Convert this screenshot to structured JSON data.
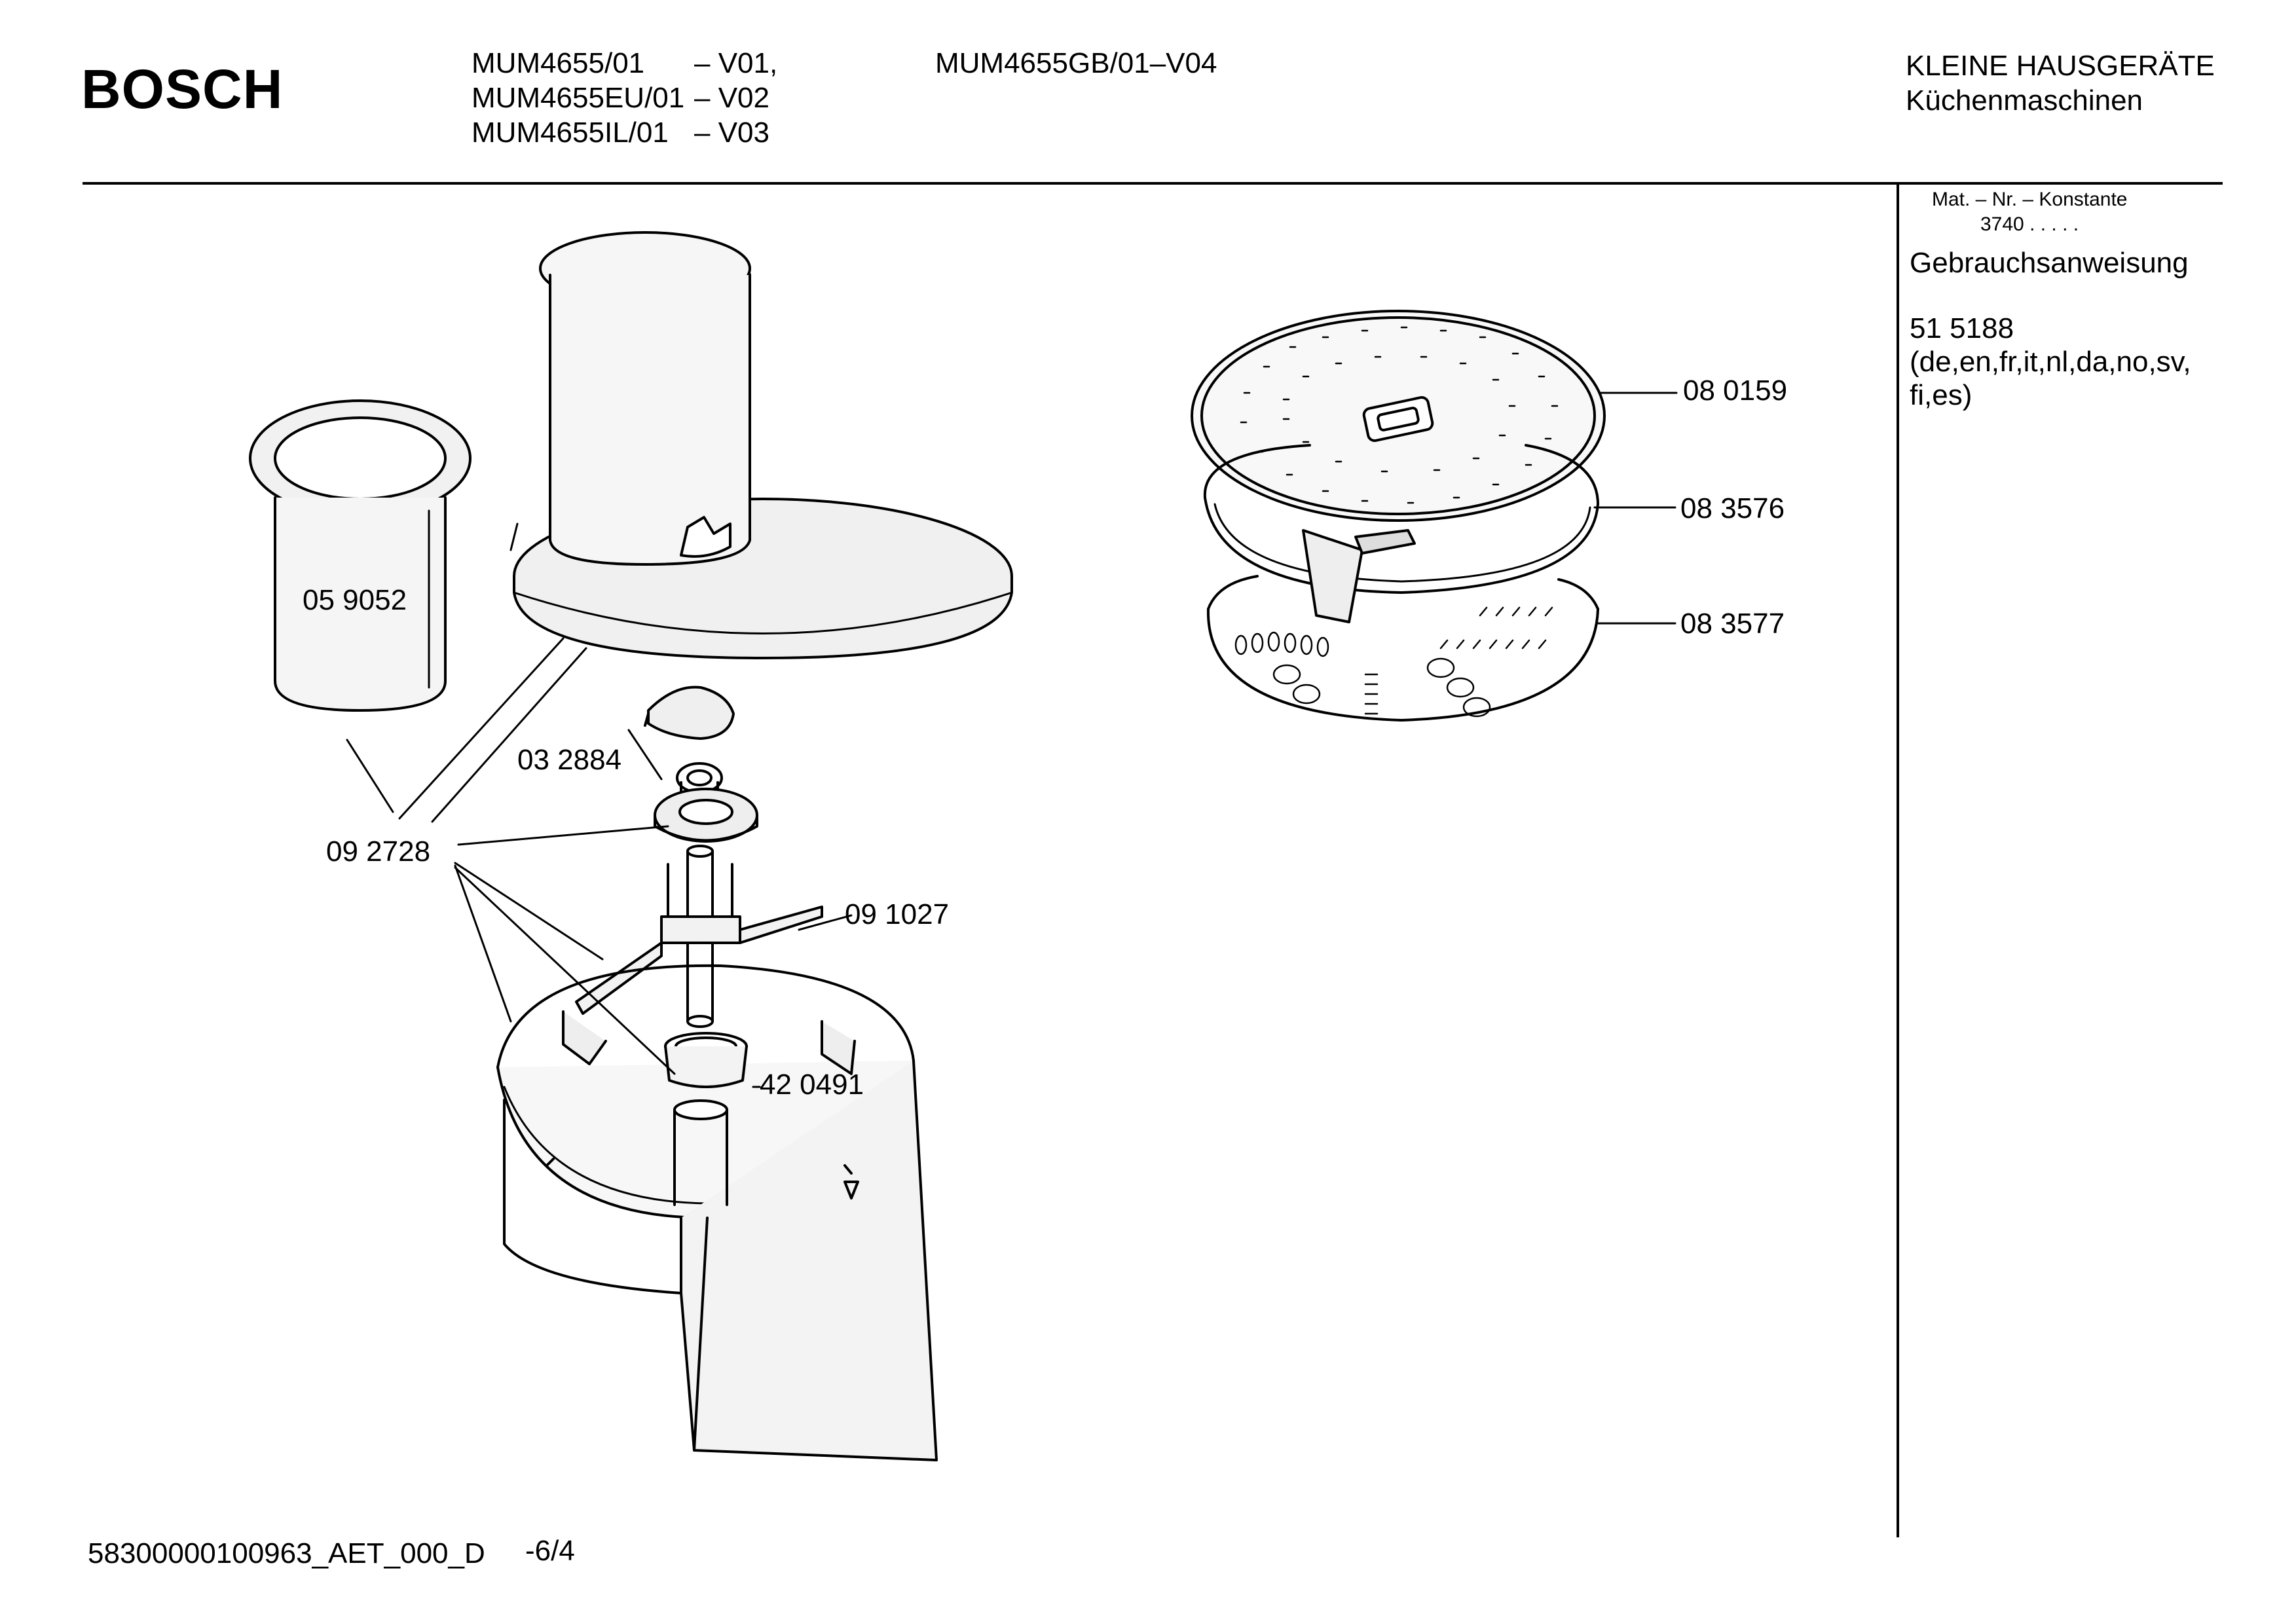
{
  "header": {
    "brand": "BOSCH",
    "models": [
      {
        "code": "MUM4655/01",
        "variant": "– V01,"
      },
      {
        "code": "MUM4655EU/01",
        "variant": "– V02"
      },
      {
        "code": "MUM4655IL/01",
        "variant": "– V03"
      }
    ],
    "model_gb": "MUM4655GB/01–V04",
    "category": "KLEINE HAUSGERÄTE",
    "subcategory": "Küchenmaschinen"
  },
  "sidebar": {
    "mat_label": "Mat. – Nr. – Konstante",
    "mat_value": "3740 .   .   .   .   .",
    "doc_title": "Gebrauchsanweisung",
    "doc_number": "51 5188",
    "languages_line1": "(de,en,fr,it,nl,da,no,sv,",
    "languages_line2": "fi,es)"
  },
  "parts": [
    {
      "number": "05 9052"
    },
    {
      "number": "03 2884"
    },
    {
      "number": "09 2728"
    },
    {
      "number": "09 1027"
    },
    {
      "number": "42 0491"
    },
    {
      "number": "08 0159"
    },
    {
      "number": "08 3576"
    },
    {
      "number": "08 3577"
    }
  ],
  "footer": {
    "doc_id": "58300000100963_AET_000_D",
    "page": "-6/4"
  }
}
